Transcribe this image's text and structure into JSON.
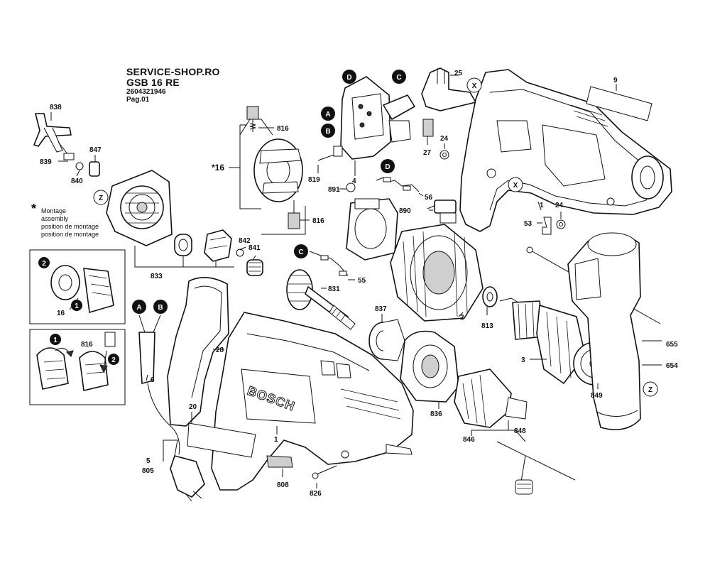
{
  "header": {
    "shop": "SERVICE-SHOP.RO",
    "model": "GSB 16 RE",
    "doc_number": "2604321946",
    "page": "Pag.01"
  },
  "note": {
    "star": "*",
    "lines": [
      "Montage",
      "assembly",
      "position de montage",
      "position de montage"
    ]
  },
  "parts": {
    "p838": "838",
    "p839": "839",
    "p840": "840",
    "p847": "847",
    "p816a": "816",
    "p16": "*16",
    "p816b": "816",
    "p819": "819",
    "p4": "4",
    "p891": "891",
    "p56": "56",
    "p890": "890",
    "p27": "27",
    "p24a": "24",
    "p25": "25",
    "p9": "9",
    "p1a": "1",
    "p24b": "24",
    "p53": "53",
    "p842": "842",
    "p841": "841",
    "p833": "833",
    "p831": "831",
    "p55": "55",
    "p837": "837",
    "p2": "2",
    "p813": "813",
    "p3": "3",
    "p849": "849",
    "p655": "655",
    "p654": "654",
    "p16b": "16",
    "p816c": "816",
    "p28": "28",
    "p6": "6",
    "p20": "20",
    "p5": "5",
    "p805": "805",
    "p1b": "1",
    "p808": "808",
    "p826": "826",
    "p836": "836",
    "p846": "846",
    "p848": "848"
  },
  "refs": {
    "A": "A",
    "B": "B",
    "C": "C",
    "D": "D",
    "X": "X",
    "Z": "Z"
  },
  "steps": {
    "s1": "1",
    "s2": "2"
  },
  "brand": "BOSCH"
}
